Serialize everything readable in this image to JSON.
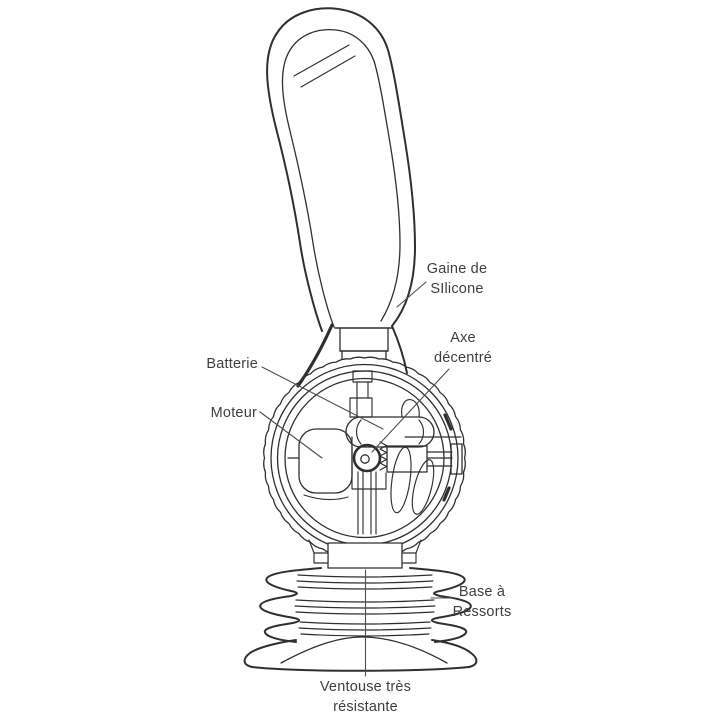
{
  "figure": {
    "type": "technical-line-diagram",
    "labels": {
      "sheath": {
        "line1": "Gaine de",
        "line2": "SIlicone"
      },
      "axis": {
        "line1": "Axe",
        "line2": "décentré"
      },
      "battery": {
        "line1": "Batterie"
      },
      "motor": {
        "line1": "Moteur"
      },
      "base": {
        "line1": "Base à",
        "line2": "Ressorts"
      },
      "suction": {
        "line1": "Ventouse très",
        "line2": "résistante"
      }
    },
    "colors": {
      "ink": "#2f2f2f",
      "leader": "#4d4d4d",
      "text": "#3e3e3e",
      "background": "#ffffff"
    }
  }
}
